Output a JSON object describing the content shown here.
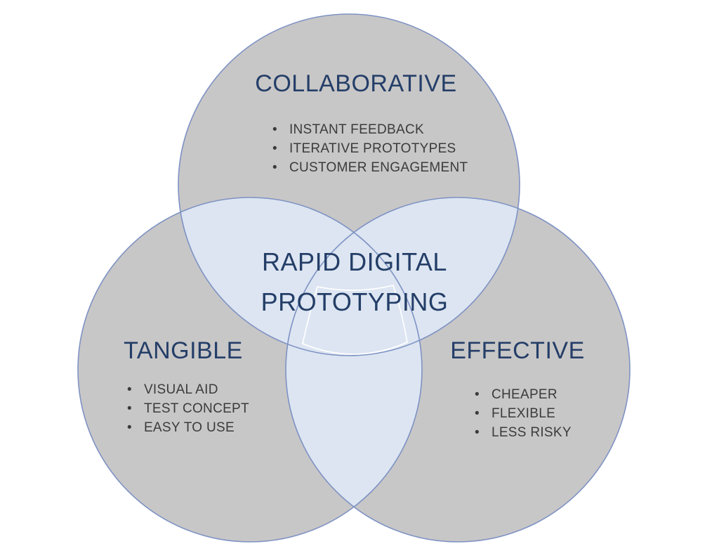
{
  "diagram": {
    "type": "venn",
    "center": {
      "line1": "RAPID DIGITAL",
      "line2": "PROTOTYPING"
    },
    "bullet_char": "•",
    "circles": [
      {
        "label": "COLLABORATIVE",
        "items": [
          "INSTANT FEEDBACK",
          "ITERATIVE PROTOTYPES",
          "CUSTOMER ENGAGEMENT"
        ]
      },
      {
        "label": "TANGIBLE",
        "items": [
          "VISUAL AID",
          "TEST CONCEPT",
          "EASY TO USE"
        ]
      },
      {
        "label": "EFFECTIVE",
        "items": [
          "CHEAPER",
          "FLEXIBLE",
          "LESS RISKY"
        ]
      }
    ],
    "colors": {
      "background": "#ffffff",
      "circle_fill": "#c8c7c7",
      "overlap_fill": "#dce5f1",
      "circle_stroke": "#7e92c4",
      "center_outline": "#ffffff",
      "heading_text": "#243e68",
      "bullet_text": "#3b3b3b"
    }
  }
}
